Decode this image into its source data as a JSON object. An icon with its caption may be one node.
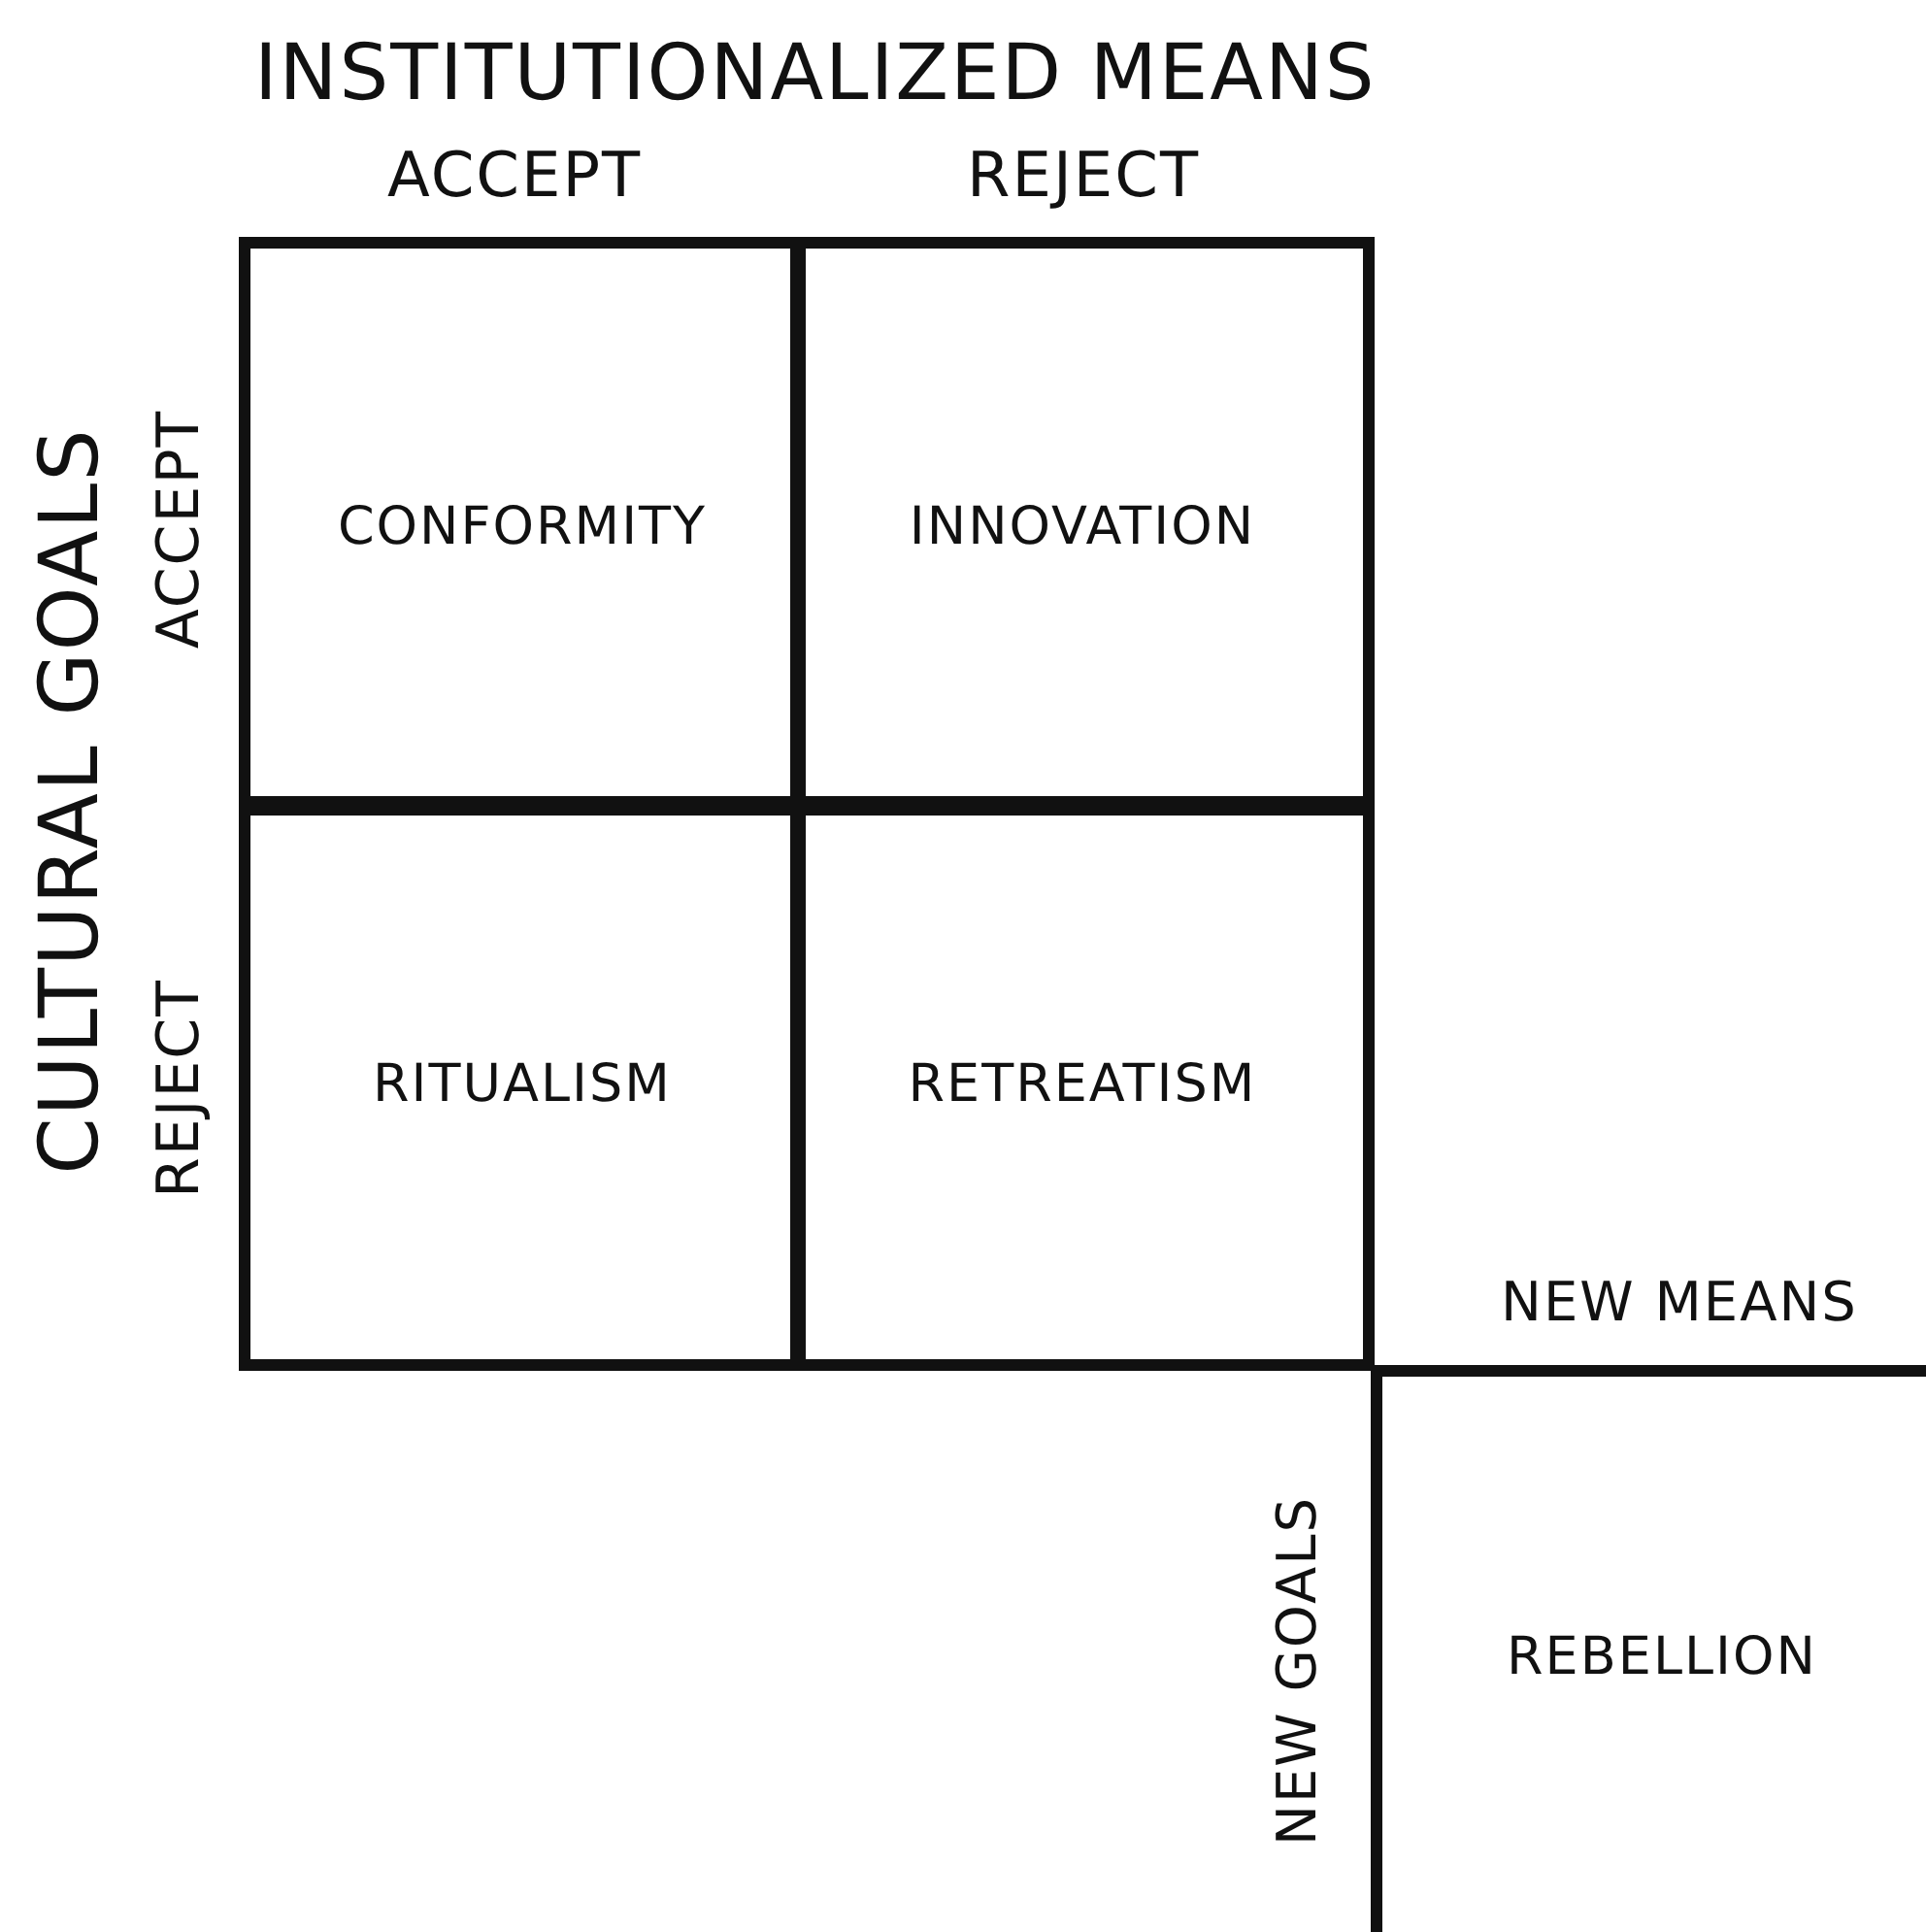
{
  "diagram": {
    "nodes": [
      {
        "text": [
          "CONFORMITY"
        ]
      },
      {
        "text": [
          "INNOVATION"
        ]
      },
      {
        "text": [
          "RITUALISM"
        ]
      },
      {
        "text": [
          "RETREATISM"
        ]
      },
      {
        "text": [
          "REBELLION"
        ]
      }
    ],
    "labels": [
      "INSTITUTIONALIZED MEANS",
      "ACCEPT",
      "REJECT",
      "CULTURAL GOALS",
      "ACCEPT",
      "REJECT",
      "NEW MEANS",
      "NEW GOALS"
    ]
  }
}
